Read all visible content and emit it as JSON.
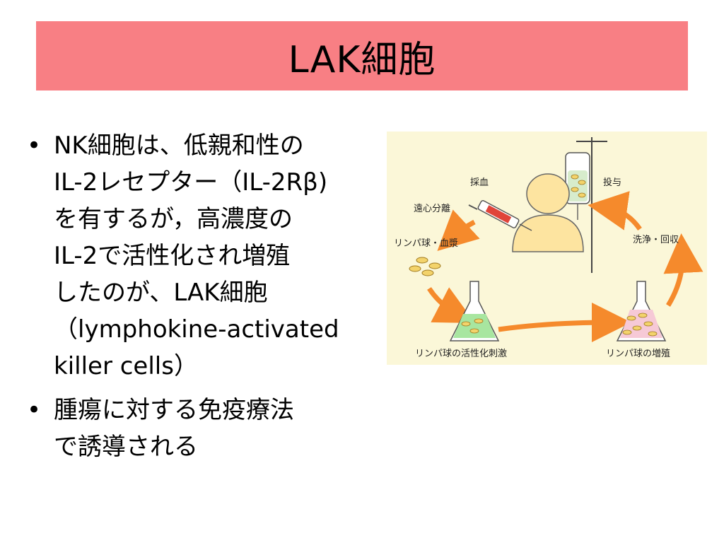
{
  "slide": {
    "title": "LAK細胞",
    "bullets": [
      {
        "lines": [
          "NK細胞は、低親和性の",
          "IL-2レセプター（IL-2Rβ)",
          "を有するが，高濃度の",
          "IL-2で活性化され増殖",
          "したのが、LAK細胞",
          "（lymphokine-activated",
          "killer cells）"
        ]
      },
      {
        "lines": [
          "腫瘍に対する免疫療法",
          "で誘導される"
        ]
      }
    ]
  },
  "figure": {
    "labels": {
      "blood_draw": "採血",
      "centrifuge": "遠心分離",
      "lymph_plasma": "リンパ球・血漿",
      "administer": "投与",
      "wash_collect": "洗浄・回収",
      "activation": "リンパ球の活性化刺激",
      "proliferation": "リンパ球の増殖"
    },
    "colors": {
      "arrow": "#f58a2c",
      "background": "#fbf7d8",
      "person": "#fde4a0",
      "syringe_fill": "#e0443a",
      "flask_green": "#a8e6a0",
      "flask_pink": "#f6c9d6",
      "cell": "#f3d36b"
    }
  }
}
